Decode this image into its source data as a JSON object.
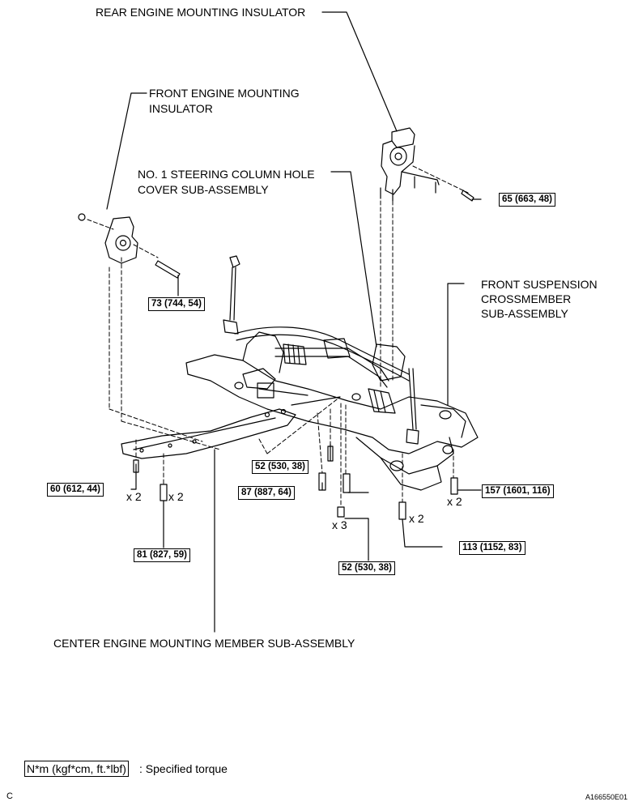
{
  "labels": {
    "rear_insulator": "REAR ENGINE MOUNTING INSULATOR",
    "front_insulator_line1": "FRONT ENGINE MOUNTING",
    "front_insulator_line2": "INSULATOR",
    "steering_cover_line1": "NO. 1 STEERING COLUMN HOLE",
    "steering_cover_line2": "COVER SUB-ASSEMBLY",
    "crossmember_line1": "FRONT SUSPENSION",
    "crossmember_line2": "CROSSMEMBER",
    "crossmember_line3": "SUB-ASSEMBLY",
    "center_member": "CENTER ENGINE MOUNTING MEMBER SUB-ASSEMBLY"
  },
  "torques": {
    "t65": "65 (663, 48)",
    "t73": "73 (744, 54)",
    "t52a": "52 (530, 38)",
    "t60": "60 (612, 44)",
    "t87": "87 (887, 64)",
    "t157": "157 (1601, 116)",
    "t81": "81 (827, 59)",
    "t113": "113 (1152, 83)",
    "t52b": "52 (530, 38)"
  },
  "quantities": {
    "q60": "x 2",
    "q81": "x 2",
    "q157": "x 2",
    "q113": "x 2",
    "q_nut": "x 3"
  },
  "legend": {
    "unit_box": "N*m (kgf*cm, ft.*lbf)",
    "description": ": Specified torque"
  },
  "footer": {
    "corner_letter": "C",
    "drawing_id": "A166550E01"
  }
}
